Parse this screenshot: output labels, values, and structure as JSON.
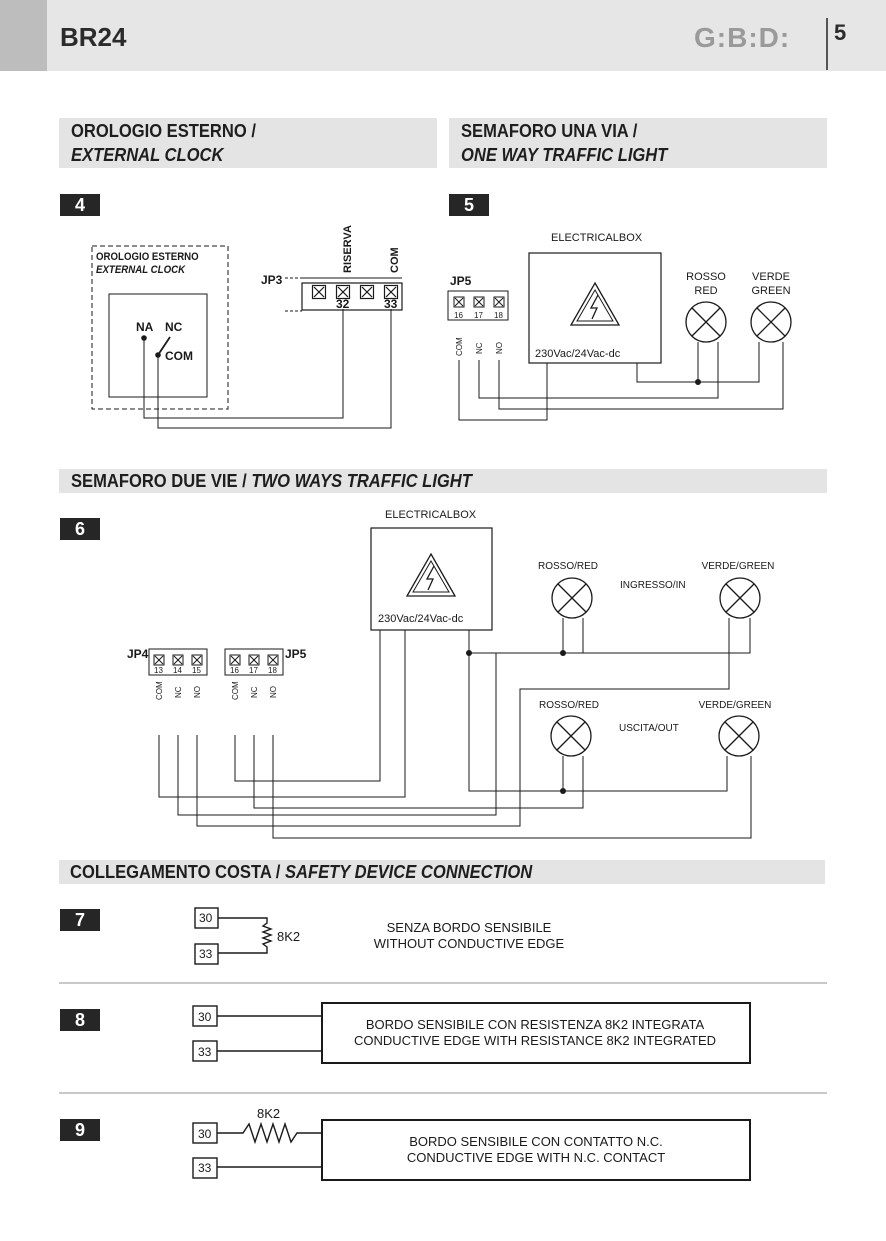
{
  "header": {
    "model": "BR24",
    "brand": "G:B:D:",
    "page_number": "5"
  },
  "sections": {
    "clock": {
      "title_it": "OROLOGIO ESTERNO /",
      "title_en": "EXTERNAL CLOCK",
      "fig": "4"
    },
    "oneway": {
      "title_it": "SEMAFORO UNA VIA /",
      "title_en": "ONE WAY TRAFFIC LIGHT",
      "fig": "5"
    },
    "twoway": {
      "title_it": "SEMAFORO DUE VIE /",
      "title_en": "TWO WAYS TRAFFIC LIGHT",
      "fig": "6"
    },
    "safety": {
      "title_it": "COLLEGAMENTO COSTA /",
      "title_en": "SAFETY DEVICE CONNECTION"
    }
  },
  "fig4": {
    "box_label_1": "OROLOGIO ESTERNO",
    "box_label_2": "EXTERNAL CLOCK",
    "na": "NA",
    "nc": "NC",
    "com": "COM",
    "connector": "JP3",
    "riserva": "RISERVA",
    "com_top": "COM",
    "t32": "32",
    "t33": "33"
  },
  "fig5": {
    "electricalbox": "ELECTRICALBOX",
    "voltage": "230Vac/24Vac-dc",
    "connector": "JP5",
    "t16": "16",
    "t17": "17",
    "t18": "18",
    "p_com": "COM",
    "p_nc": "NC",
    "p_no": "NO",
    "rosso": "ROSSO",
    "red": "RED",
    "verde": "VERDE",
    "green": "GREEN"
  },
  "fig6": {
    "electricalbox": "ELECTRICALBOX",
    "voltage": "230Vac/24Vac-dc",
    "jp4": "JP4",
    "jp5": "JP5",
    "t13": "13",
    "t14": "14",
    "t15": "15",
    "t16": "16",
    "t17": "17",
    "t18": "18",
    "p_com": "COM",
    "p_nc": "NC",
    "p_no": "NO",
    "rosso_red": "ROSSO/RED",
    "verde_green": "VERDE/GREEN",
    "ingresso": "INGRESSO/IN",
    "uscita": "USCITA/OUT"
  },
  "fig7": {
    "fig": "7",
    "t30": "30",
    "t33": "33",
    "resistor": "8K2",
    "line1": "SENZA BORDO SENSIBILE",
    "line2": "WITHOUT CONDUCTIVE EDGE"
  },
  "fig8": {
    "fig": "8",
    "t30": "30",
    "t33": "33",
    "line1": "BORDO SENSIBILE CON RESISTENZA 8K2 INTEGRATA",
    "line2": "CONDUCTIVE EDGE WITH RESISTANCE 8K2 INTEGRATED"
  },
  "fig9": {
    "fig": "9",
    "t30": "30",
    "t33": "33",
    "resistor": "8K2",
    "line1": "BORDO SENSIBILE CON CONTATTO N.C.",
    "line2": "CONDUCTIVE EDGE WITH N.C. CONTACT"
  }
}
